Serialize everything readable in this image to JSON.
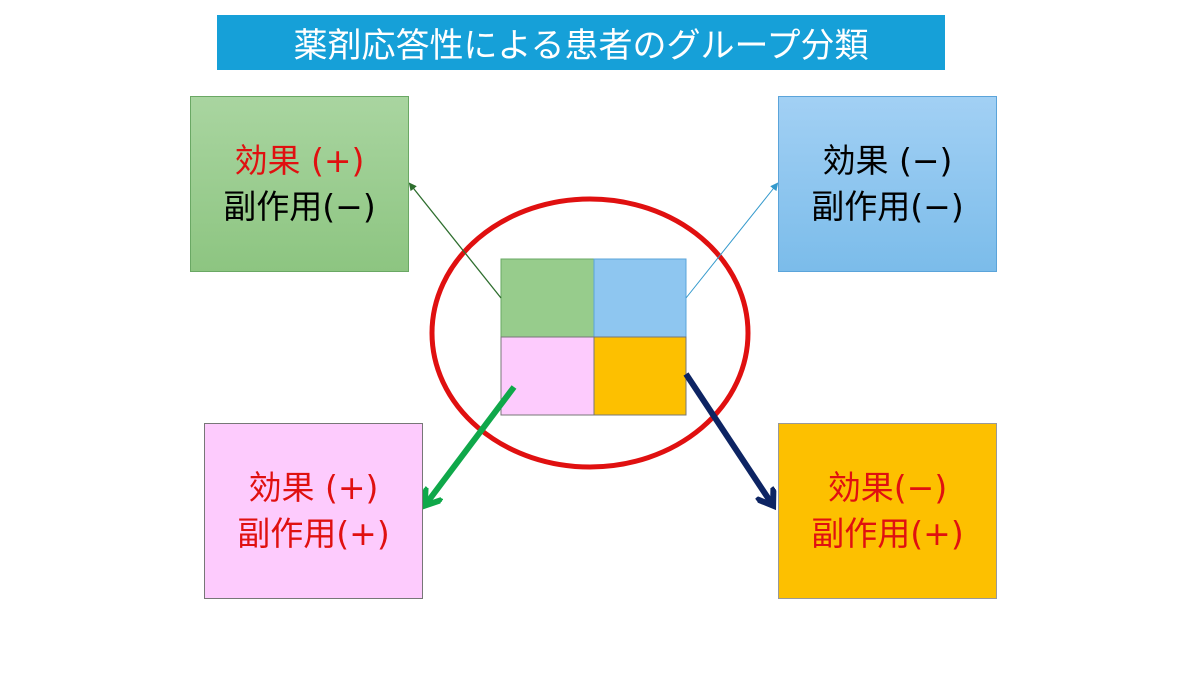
{
  "title": "薬剤応答性による患者のグループ分類",
  "groups": [
    {
      "effect": "効果 (+)",
      "side_effect": "副作用(−)",
      "fill": "#97cc8c"
    },
    {
      "effect": "効果 (−)",
      "side_effect": "副作用(−)",
      "fill": "#8ec6f0"
    },
    {
      "effect": "効果 (+)",
      "side_effect": "副作用(+)",
      "fill": "#fdcbfd"
    },
    {
      "effect": "効果(−)",
      "side_effect": "副作用(+)",
      "fill": "#fdc000"
    }
  ],
  "colors": {
    "title_bg": "#16a0d8",
    "ellipse": "#e01010",
    "positive_text": "#e01010"
  }
}
